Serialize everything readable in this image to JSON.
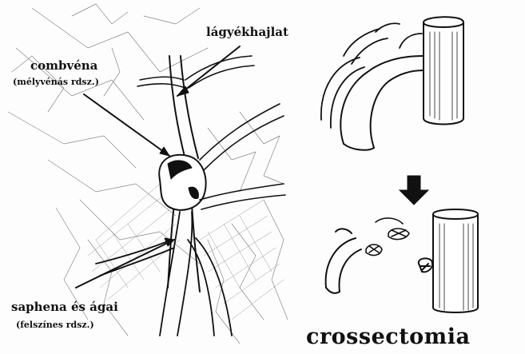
{
  "labels": {
    "lagyekhajlat": "lágyékhajlat",
    "combvena": "combvéna",
    "combvena_sub": "(mélyvénás rdsz.)",
    "saphena": "saphena és ágai",
    "saphena_sub": "(felszínes rdsz.)"
  },
  "title": "crossectomia",
  "colors": {
    "ink": "#111111",
    "background": "#fdfdfd"
  }
}
